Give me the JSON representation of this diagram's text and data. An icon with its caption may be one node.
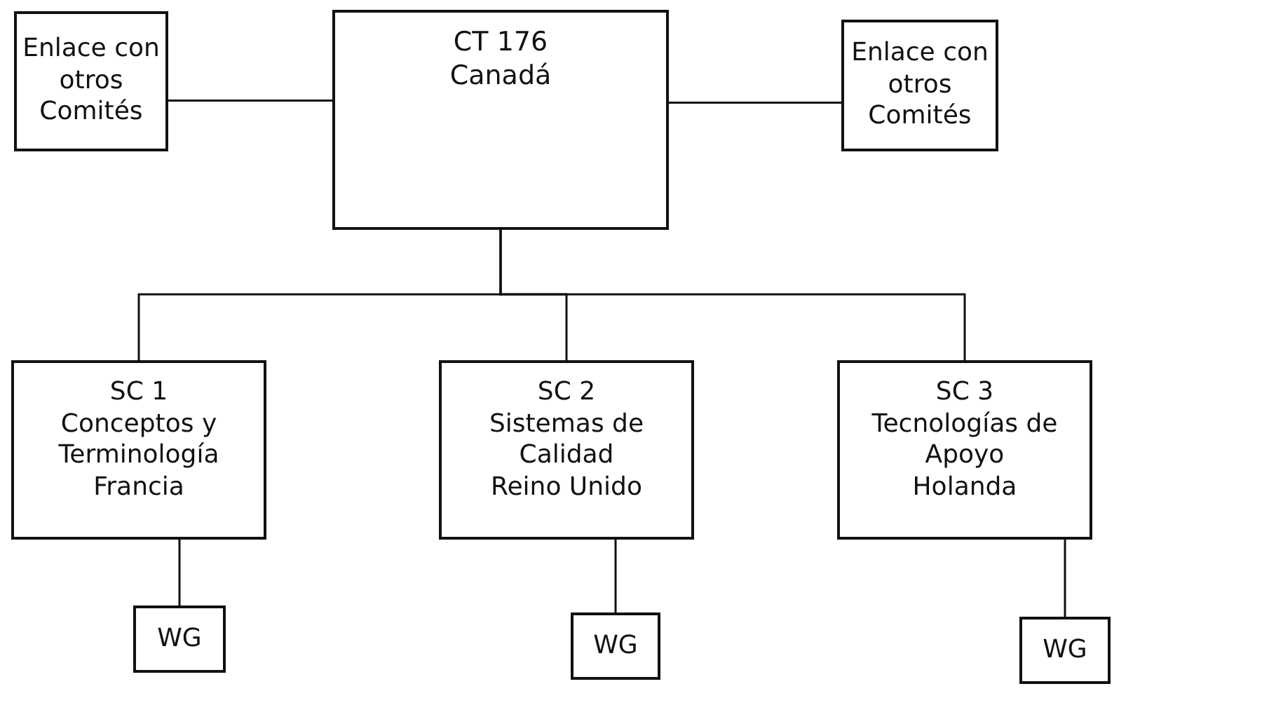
{
  "diagram": {
    "nodes": [
      {
        "text": [
          "Enlace con otros Comités"
        ]
      },
      {
        "text": [
          "CT 176",
          "Canadá"
        ]
      },
      {
        "text": [
          "Enlace con otros Comités"
        ]
      },
      {
        "text": [
          "SC 1",
          "Conceptos y Terminología",
          "Francia"
        ]
      },
      {
        "text": [
          "SC 2",
          "Sistemas de Calidad",
          "Reino Unido"
        ]
      },
      {
        "text": [
          "SC 3",
          "Tecnologías de Apoyo",
          "Holanda"
        ]
      },
      {
        "text": [
          "WG"
        ]
      },
      {
        "text": [
          "WG"
        ]
      },
      {
        "text": [
          "WG"
        ]
      }
    ],
    "edges": [
      {
        "from": 1,
        "to": 0,
        "arrow": "none"
      },
      {
        "from": 1,
        "to": 2,
        "arrow": "none"
      },
      {
        "from": 1,
        "to": 3,
        "arrow": "none"
      },
      {
        "from": 1,
        "to": 4,
        "arrow": "none"
      },
      {
        "from": 1,
        "to": 5,
        "arrow": "none"
      },
      {
        "from": 3,
        "to": 6,
        "arrow": "none"
      },
      {
        "from": 4,
        "to": 7,
        "arrow": "none"
      },
      {
        "from": 5,
        "to": 8,
        "arrow": "none"
      }
    ]
  }
}
